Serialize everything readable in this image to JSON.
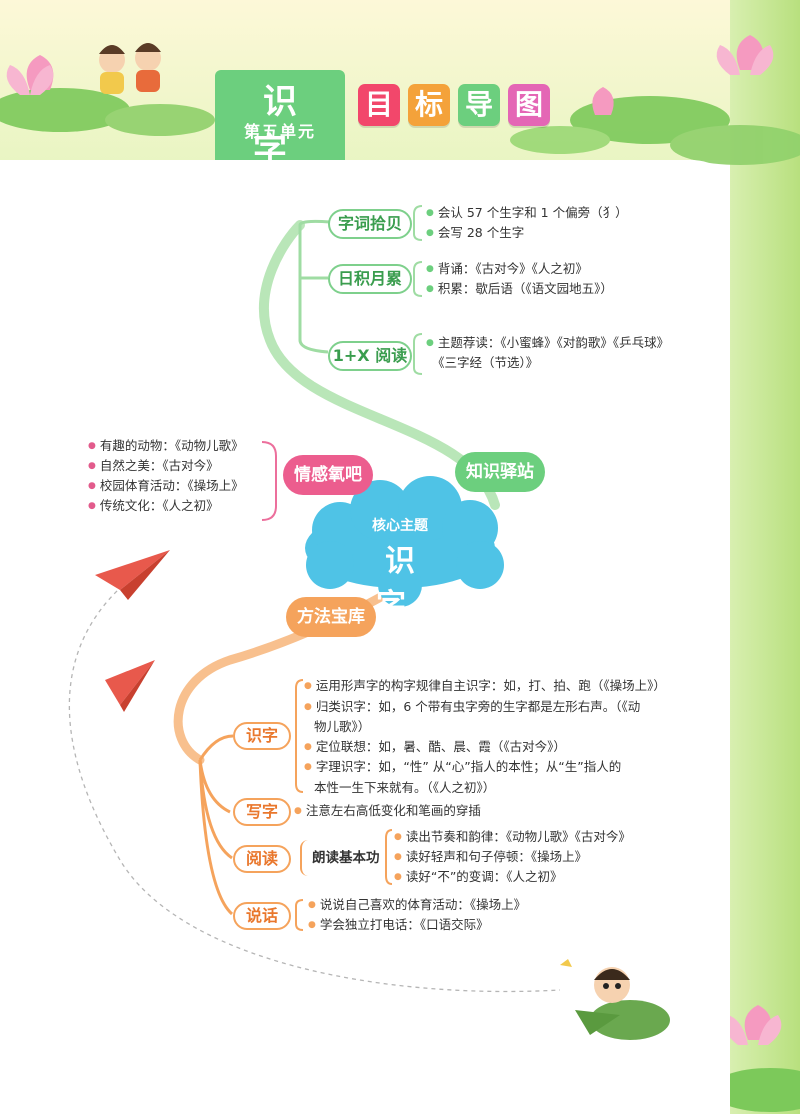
{
  "header": {
    "title_main": "识 字",
    "title_sub": "第五单元",
    "tiles": [
      "目",
      "标",
      "导",
      "图"
    ],
    "tile_colors": [
      "#f2476b",
      "#f4a23a",
      "#6ccf7e",
      "#e466b5"
    ]
  },
  "center": {
    "label": "核心主题",
    "title": "识 字"
  },
  "hubs": {
    "knowledge": "知识驿站",
    "emotion": "情感氧吧",
    "method": "方法宝库"
  },
  "knowledge": {
    "branches": [
      {
        "label": "字词拾贝",
        "items": [
          "会认 57 个生字和 1 个偏旁（犭）",
          "会写 28 个生字"
        ]
      },
      {
        "label": "日积月累",
        "items": [
          "背诵：《古对今》《人之初》",
          "积累：歇后语（《语文园地五》）"
        ]
      },
      {
        "label": "1+X 阅读",
        "items": [
          "主题荐读：《小蜜蜂》《对韵歌》《乒乓球》",
          "《三字经（节选）》"
        ]
      }
    ]
  },
  "emotion": {
    "items": [
      "有趣的动物：《动物儿歌》",
      "自然之美：《古对今》",
      "校园体育活动：《操场上》",
      "传统文化：《人之初》"
    ]
  },
  "method": {
    "shizi": {
      "label": "识字",
      "lines": [
        "运用形声字的构字规律自主识字：如，打、拍、跑（《操场上》）",
        "归类识字：如，6 个带有虫字旁的生字都是左形右声。（《动",
        "物儿歌》）",
        "定位联想：如，暑、酷、晨、霞（《古对今》）",
        "字理识字：如，“性” 从“心”指人的本性；从“生”指人的",
        "本性一生下来就有。（《人之初》）"
      ]
    },
    "xiezi": {
      "label": "写字",
      "text": "注意左右高低变化和笔画的穿插"
    },
    "yuedu": {
      "label": "阅读",
      "sub": "朗读基本功",
      "items": [
        "读出节奏和韵律：《动物儿歌》《古对今》",
        "读好轻声和句子停顿：《操场上》",
        "读好“不”的变调：《人之初》"
      ]
    },
    "shuohua": {
      "label": "说话",
      "items": [
        "说说自己喜欢的体育活动：《操场上》",
        "学会独立打电话：《口语交际》"
      ]
    }
  },
  "colors": {
    "green": "#6ccf7e",
    "orange": "#f5a35c",
    "pink": "#e25b8c",
    "cloud": "#4fc3e6",
    "page_border": "#9ddf6a"
  }
}
